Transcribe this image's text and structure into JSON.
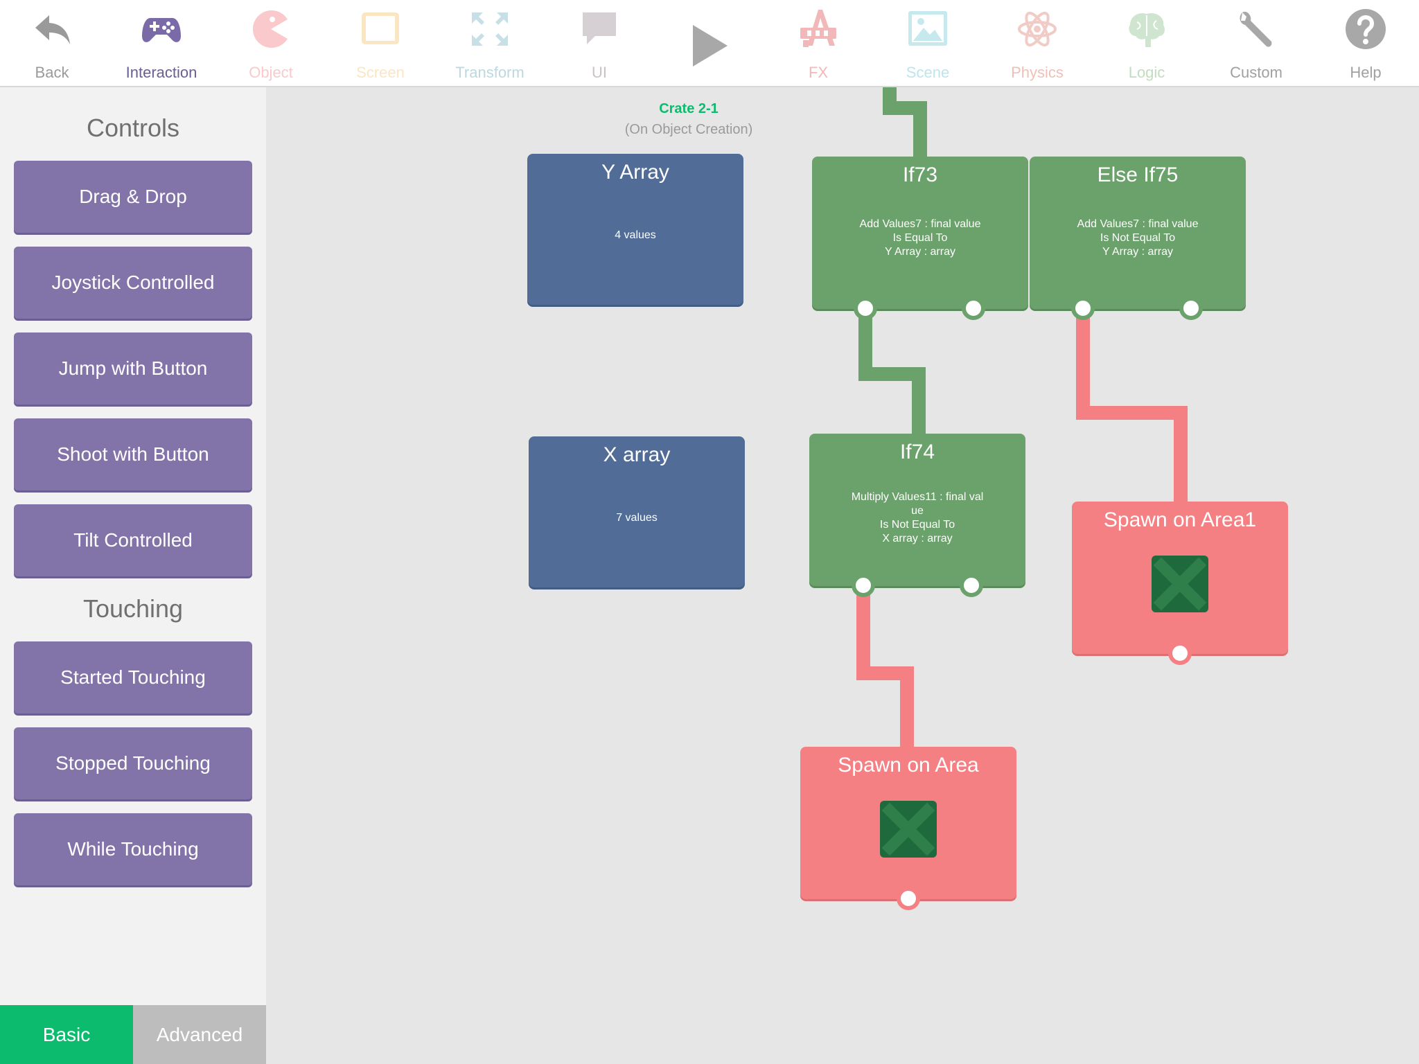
{
  "toolbar": {
    "items": [
      {
        "label": "Back",
        "icon": "back-arrow-icon",
        "color": "#9a9a9a"
      },
      {
        "label": "Interaction",
        "icon": "gamepad-icon",
        "color": "#7b6aa8"
      },
      {
        "label": "Object",
        "icon": "pacman-icon",
        "color": "#f9c9cc"
      },
      {
        "label": "Screen",
        "icon": "tablet-icon",
        "color": "#fbe6c4"
      },
      {
        "label": "Transform",
        "icon": "expand-arrows-icon",
        "color": "#c7dfe6"
      },
      {
        "label": "UI",
        "icon": "speech-bubble-icon",
        "color": "#d6cfd4"
      },
      {
        "label": "FX",
        "icon": "fx-icon",
        "color": "#f2b7b8"
      },
      {
        "label": "Scene",
        "icon": "image-icon",
        "color": "#c6e9ee"
      },
      {
        "label": "Physics",
        "icon": "atom-icon",
        "color": "#f1ccc6"
      },
      {
        "label": "Logic",
        "icon": "brain-icon",
        "color": "#cfe5cf"
      },
      {
        "label": "Custom",
        "icon": "wrench-icon",
        "color": "#a8a8a8"
      },
      {
        "label": "Help",
        "icon": "help-icon",
        "color": "#a8a8a8"
      }
    ],
    "play_icon": "play-icon"
  },
  "sidebar": {
    "sections": [
      {
        "title": "Controls",
        "items": [
          "Drag & Drop",
          "Joystick Controlled",
          "Jump with Button",
          "Shoot with Button",
          "Tilt Controlled"
        ]
      },
      {
        "title": "Touching",
        "items": [
          "Started Touching",
          "Stopped Touching",
          "While Touching"
        ]
      }
    ],
    "modes": {
      "basic": "Basic",
      "advanced": "Advanced"
    }
  },
  "canvas": {
    "object_title": "Crate 2-1",
    "object_subtitle": "(On Object Creation)",
    "nodes": {
      "y_array": {
        "title": "Y Array",
        "lines": [
          "4 values"
        ]
      },
      "x_array": {
        "title": "X array",
        "lines": [
          "7 values"
        ]
      },
      "if73": {
        "title": "If73",
        "lines": [
          "Add Values7 : final value",
          "Is Equal To",
          "Y Array : array"
        ]
      },
      "else_if75": {
        "title": "Else If75",
        "lines": [
          "Add Values7 : final value",
          "Is Not Equal To",
          "Y Array : array"
        ]
      },
      "if74": {
        "title": "If74",
        "lines": [
          "Multiply Values11 : final val",
          "ue",
          "Is Not Equal To",
          "X array : array"
        ]
      },
      "spawn_area1": {
        "title": "Spawn on Area1",
        "icon": "crate-x-icon"
      },
      "spawn_area": {
        "title": "Spawn on Area",
        "icon": "crate-x-icon"
      }
    },
    "colors": {
      "logic_green": "#6ba16b",
      "action_pink": "#f48083",
      "data_blue": "#506c97",
      "accent_green": "#0cbb6e"
    }
  }
}
